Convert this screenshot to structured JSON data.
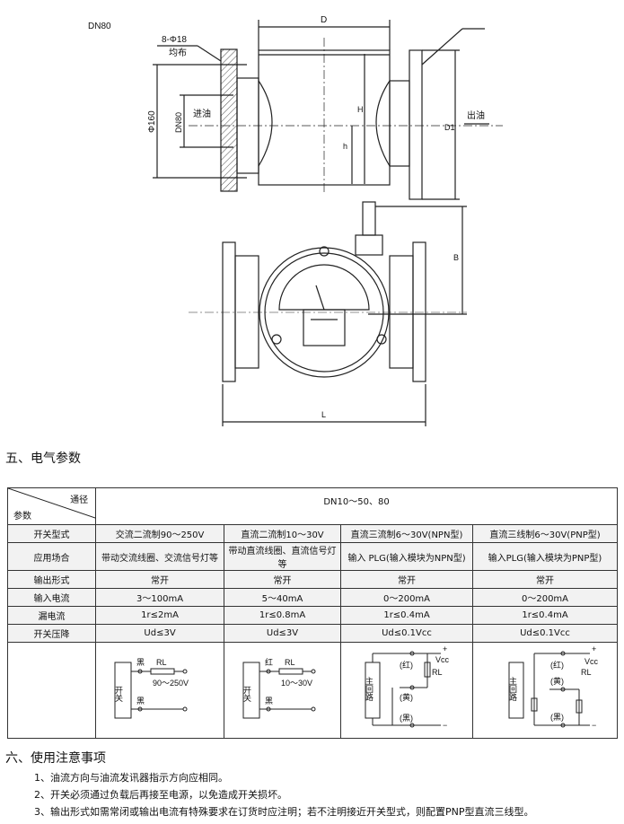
{
  "drawing": {
    "dn": "DN80",
    "holes": "8-Φ18",
    "holes_note": "均布",
    "d160": "Φ160",
    "dn80": "DN80",
    "inlet": "进油",
    "outlet": "出油",
    "D": "D",
    "H": "H",
    "h": "h",
    "D1": "D1",
    "B": "B",
    "L": "L"
  },
  "section5": {
    "title": "五、电气参数"
  },
  "table": {
    "corner_top": "通径",
    "corner_bottom": "参数",
    "span": "DN10～50、80",
    "rows": [
      {
        "label": "开关型式",
        "cells": [
          "交流二流制90～250V",
          "直流二流制10～30V",
          "直流三流制6～30V(NPN型)",
          "直流三线制6～30V(PNP型)"
        ]
      },
      {
        "label": "应用场合",
        "cells": [
          "带动交流线圈、交流信号灯等",
          "带动直流线圈、直流信号灯等",
          "输入 PLG(输入模块为NPN型)",
          "输入PLG(输入模块为PNP型)"
        ]
      },
      {
        "label": "输出形式",
        "cells": [
          "常开",
          "常开",
          "常开",
          "常开"
        ]
      },
      {
        "label": "输入电流",
        "cells": [
          "3～100mA",
          "5～40mA",
          "0～200mA",
          "0～200mA"
        ]
      },
      {
        "label": "漏电流",
        "cells": [
          "1r≤2mA",
          "1r≤0.8mA",
          "1r≤0.4mA",
          "1r≤0.4mA"
        ]
      },
      {
        "label": "开关压降",
        "cells": [
          "Ud≤3V",
          "Ud≤3V",
          "Ud≤0.1Vcc",
          "Ud≤0.1Vcc"
        ]
      }
    ],
    "circuits": [
      {
        "switch": "开关",
        "w1": "黑",
        "w2": "黑",
        "rl": "RL",
        "v": "90～250V"
      },
      {
        "switch": "开关",
        "w1": "红",
        "w2": "黑",
        "rl": "RL",
        "v": "10～30V"
      },
      {
        "main": "主回路",
        "red": "(红)",
        "yellow": "(黄)",
        "black": "(黑)",
        "vcc": "Vcc",
        "rl": "RL",
        "plus": "+",
        "minus": "−"
      },
      {
        "main": "主回路",
        "red": "(红)",
        "yellow": "(黄)",
        "black": "(黑)",
        "vcc": "Vcc",
        "rl": "RL",
        "plus": "+",
        "minus": "−"
      }
    ]
  },
  "section6": {
    "title": "六、使用注意事项",
    "notes": [
      "1、油流方向与油流发讯器指示方向应相同。",
      "2、开关必须通过负载后再接至电源，以免造成开关损坏。",
      "3、输出形式如需常闭或输出电流有特殊要求在订货时应注明；若不注明接近开关型式，则配置PNP型直流三线型。"
    ]
  }
}
